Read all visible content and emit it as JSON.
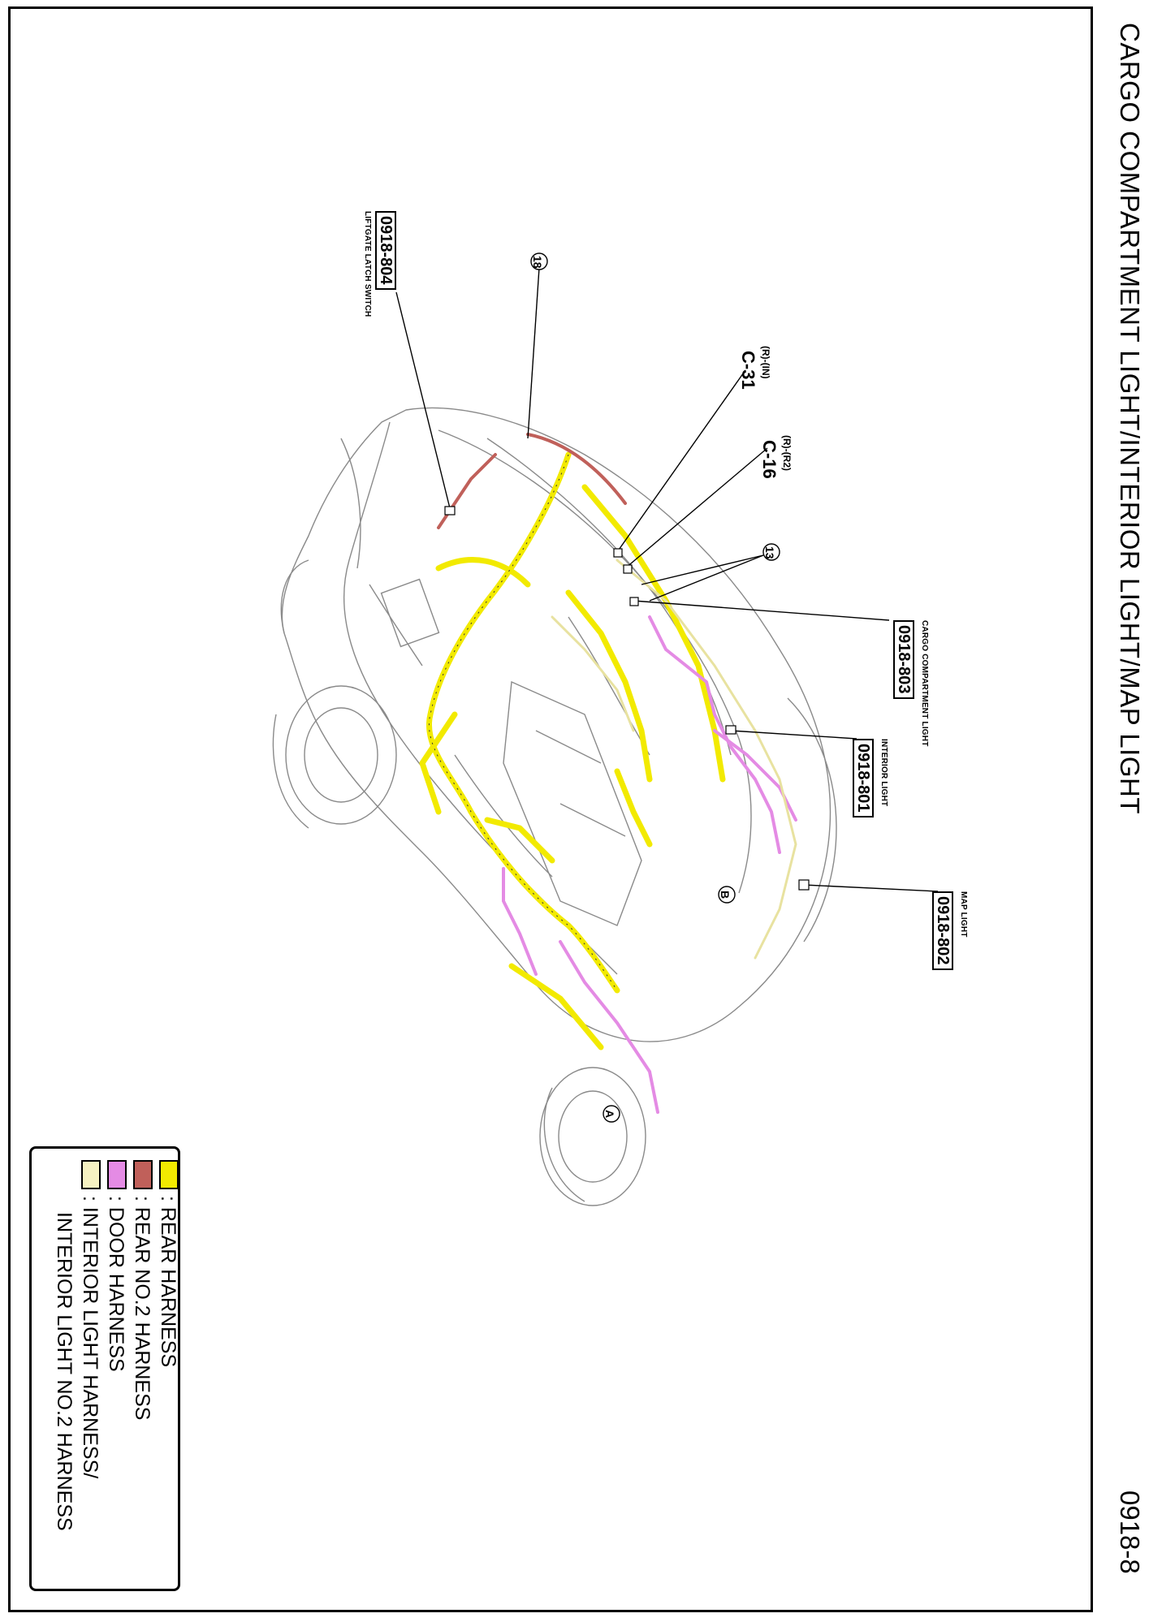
{
  "title": "CARGO COMPARTMENT LIGHT/INTERIOR LIGHT/MAP LIGHT",
  "page_number": "0918-8",
  "components": {
    "liftgate": {
      "code": "0918-804",
      "caption": "LIFTGATE LATCH SWITCH"
    },
    "cargo": {
      "code": "0918-803",
      "caption": "CARGO COMPARTMENT LIGHT"
    },
    "interior": {
      "code": "0918-801",
      "caption": "INTERIOR LIGHT"
    },
    "map": {
      "code": "0918-802",
      "caption": "MAP LIGHT"
    }
  },
  "connectors": {
    "c31": {
      "sub": "(R)-(IN)",
      "id": "C-31"
    },
    "c16": {
      "sub": "(R)-(R2)",
      "id": "C-16"
    }
  },
  "ground_points": {
    "g18": "18",
    "g13": "13"
  },
  "reference_marks": {
    "a": "A",
    "b": "B"
  },
  "legend": {
    "items": [
      {
        "label": ": REAR HARNESS",
        "color": "#f2ea00"
      },
      {
        "label": ": REAR NO.2 HARNESS",
        "color": "#c0605a"
      },
      {
        "label": ": DOOR HARNESS",
        "color": "#e48be4"
      },
      {
        "label": ": INTERIOR LIGHT HARNESS/",
        "label2": "INTERIOR LIGHT NO.2 HARNESS",
        "color": "#f6f2c2"
      }
    ]
  },
  "colors": {
    "rear_harness": "#f2ea00",
    "rear_no2_harness": "#c0605a",
    "door_harness": "#e48be4",
    "interior_harness": "#e8e2a0",
    "body_outline": "#8a8a8a"
  }
}
